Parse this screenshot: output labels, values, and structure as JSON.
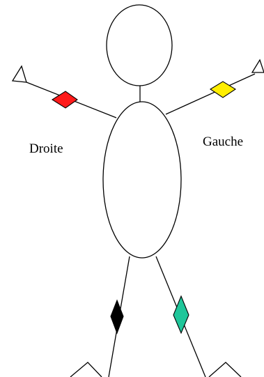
{
  "labels": {
    "right": "Droite",
    "left": "Gauche"
  },
  "colors": {
    "stroke": "#000000",
    "background": "#ffffff",
    "right_arm_marker": "#ff1a1a",
    "left_arm_marker": "#ffee00",
    "right_leg_marker": "#000000",
    "left_leg_marker": "#1fc69a"
  },
  "markers": [
    {
      "name": "right-arm-marker",
      "shape": "diamond",
      "color": "#ff1a1a"
    },
    {
      "name": "left-arm-marker",
      "shape": "diamond",
      "color": "#ffee00"
    },
    {
      "name": "right-leg-marker",
      "shape": "diamond",
      "color": "#000000"
    },
    {
      "name": "left-leg-marker",
      "shape": "diamond",
      "color": "#1fc69a"
    }
  ]
}
